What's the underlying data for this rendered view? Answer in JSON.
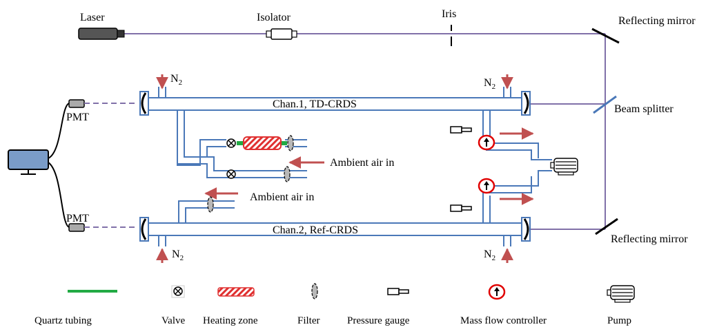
{
  "labels": {
    "laser": "Laser",
    "isolator": "Isolator",
    "iris": "Iris",
    "reflecting_mirror_top": "Reflecting mirror",
    "beam_splitter": "Beam splitter",
    "reflecting_mirror_bottom": "Reflecting mirror",
    "pmt_top": "PMT",
    "pmt_bottom": "PMT",
    "chan1": "Chan.1, TD-CRDS",
    "chan2": "Chan.2, Ref-CRDS",
    "ambient_air_upper": "Ambient  air in",
    "ambient_air_lower": "Ambient air in",
    "n2": "N",
    "n2_sub": "2"
  },
  "legend": [
    {
      "label": "Quartz tubing",
      "icon": "quartz-tubing-icon"
    },
    {
      "label": "Valve",
      "icon": "valve-icon"
    },
    {
      "label": "Heating zone",
      "icon": "heating-zone-icon"
    },
    {
      "label": "Filter",
      "icon": "filter-icon"
    },
    {
      "label": "Pressure gauge",
      "icon": "pressure-gauge-icon"
    },
    {
      "label": "Mass flow  controller",
      "icon": "mass-flow-controller-icon"
    },
    {
      "label": "Pump",
      "icon": "pump-icon"
    }
  ],
  "colors": {
    "beam": "#8070a8",
    "tube": "#4a78b8",
    "arrow": "#c05050",
    "quartz": "#22aa44",
    "heating": "#e03030",
    "mfc_ring": "#e00000",
    "monitor": "#7a9cc8"
  }
}
